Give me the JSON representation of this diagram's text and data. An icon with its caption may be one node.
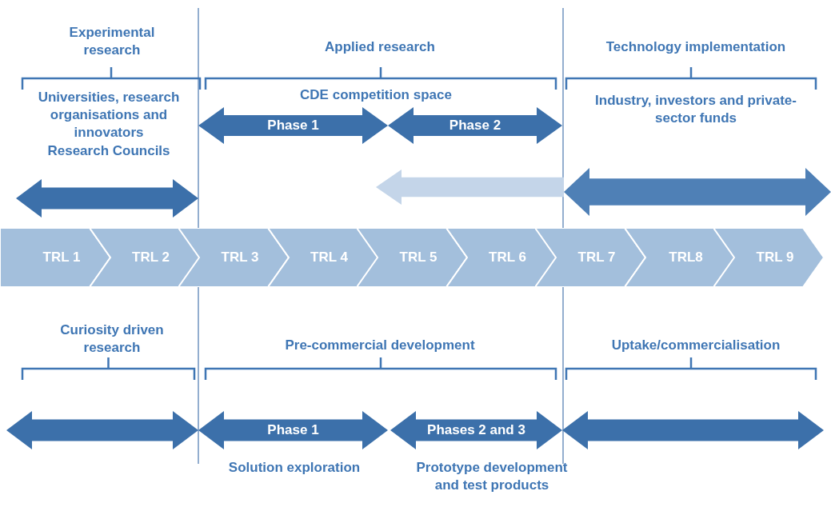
{
  "diagram": {
    "nodes": [
      {
        "text": [
          "Phase 1"
        ]
      },
      {
        "text": [
          "Phase 2"
        ]
      },
      {
        "text": [],
        "shape": "arrow"
      },
      {
        "text": [],
        "shape": "arrow"
      },
      {
        "text": [],
        "shape": "arrow"
      },
      {
        "text": [
          "TRL 1"
        ]
      },
      {
        "text": [
          "TRL 2"
        ]
      },
      {
        "text": [
          "TRL 3"
        ]
      },
      {
        "text": [
          "TRL 4"
        ]
      },
      {
        "text": [
          "TRL 5"
        ]
      },
      {
        "text": [
          "TRL 6"
        ]
      },
      {
        "text": [
          "TRL 7"
        ]
      },
      {
        "text": [
          "TRL8"
        ]
      },
      {
        "text": [
          "TRL 9"
        ]
      },
      {
        "text": [],
        "shape": "arrow"
      },
      {
        "text": [
          "Phase 1"
        ],
        "beside": [
          "Solution exploration"
        ]
      },
      {
        "text": [
          "Phases 2 and 3"
        ],
        "beside": [
          "Prototype development and test products"
        ]
      },
      {
        "text": [],
        "shape": "arrow"
      }
    ],
    "labels": [
      "Experimental research",
      "Applied research",
      "Technology implementation",
      "Universities, research organisations and innovators",
      "Research Councils",
      "CDE competition space",
      "Industry, investors and private-sector funds",
      "Curiosity driven research",
      "Pre-commercial development",
      "Uptake/commercialisation"
    ]
  }
}
